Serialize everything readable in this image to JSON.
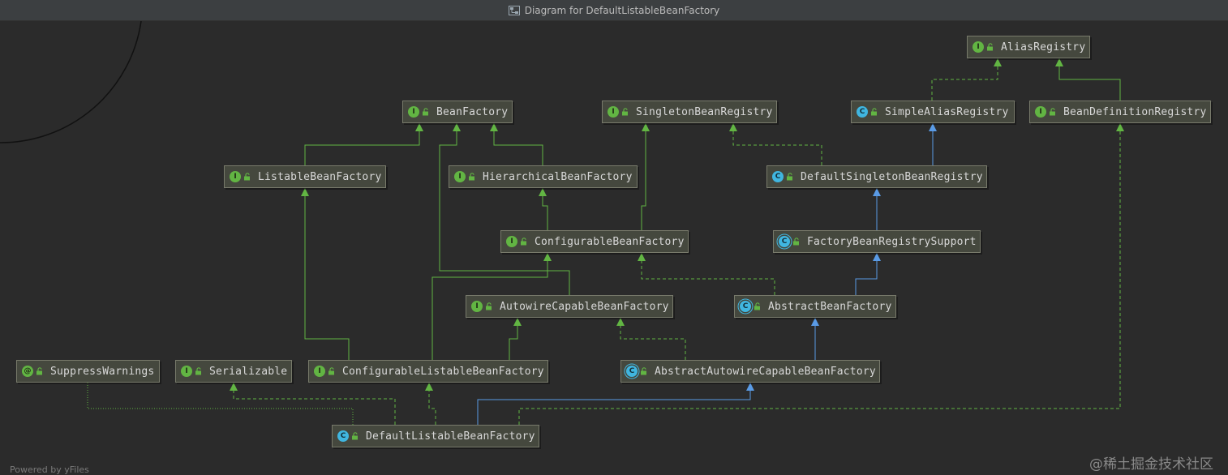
{
  "window": {
    "title": "Diagram for DefaultListableBeanFactory"
  },
  "colors": {
    "background": "#2b2b2b",
    "node_fill": "#45483e",
    "implements_edge": "#62b543",
    "extends_edge": "#5a9be6",
    "interface_badge": "#62b543",
    "class_badge": "#40b6e0"
  },
  "nodes": [
    {
      "id": "AliasRegistry",
      "label": "AliasRegistry",
      "kind": "interface",
      "badge": "I"
    },
    {
      "id": "BeanFactory",
      "label": "BeanFactory",
      "kind": "interface",
      "badge": "I"
    },
    {
      "id": "SingletonBeanRegistry",
      "label": "SingletonBeanRegistry",
      "kind": "interface",
      "badge": "I"
    },
    {
      "id": "SimpleAliasRegistry",
      "label": "SimpleAliasRegistry",
      "kind": "class",
      "badge": "C"
    },
    {
      "id": "BeanDefinitionRegistry",
      "label": "BeanDefinitionRegistry",
      "kind": "interface",
      "badge": "I"
    },
    {
      "id": "ListableBeanFactory",
      "label": "ListableBeanFactory",
      "kind": "interface",
      "badge": "I"
    },
    {
      "id": "HierarchicalBeanFactory",
      "label": "HierarchicalBeanFactory",
      "kind": "interface",
      "badge": "I"
    },
    {
      "id": "DefaultSingletonBeanRegistry",
      "label": "DefaultSingletonBeanRegistry",
      "kind": "class",
      "badge": "C"
    },
    {
      "id": "ConfigurableBeanFactory",
      "label": "ConfigurableBeanFactory",
      "kind": "interface",
      "badge": "I"
    },
    {
      "id": "FactoryBeanRegistrySupport",
      "label": "FactoryBeanRegistrySupport",
      "kind": "abstract",
      "badge": "C"
    },
    {
      "id": "AutowireCapableBeanFactory",
      "label": "AutowireCapableBeanFactory",
      "kind": "interface",
      "badge": "I"
    },
    {
      "id": "AbstractBeanFactory",
      "label": "AbstractBeanFactory",
      "kind": "abstract",
      "badge": "C"
    },
    {
      "id": "SuppressWarnings",
      "label": "SuppressWarnings",
      "kind": "annotation",
      "badge": "@"
    },
    {
      "id": "Serializable",
      "label": "Serializable",
      "kind": "interface",
      "badge": "I"
    },
    {
      "id": "ConfigurableListableBeanFactory",
      "label": "ConfigurableListableBeanFactory",
      "kind": "interface",
      "badge": "I"
    },
    {
      "id": "AbstractAutowireCapableBeanFactory",
      "label": "AbstractAutowireCapableBeanFactory",
      "kind": "abstract",
      "badge": "C"
    },
    {
      "id": "DefaultListableBeanFactory",
      "label": "DefaultListableBeanFactory",
      "kind": "class",
      "badge": "C"
    }
  ],
  "edges": [
    {
      "from": "ListableBeanFactory",
      "to": "BeanFactory",
      "type": "extends-interface"
    },
    {
      "from": "HierarchicalBeanFactory",
      "to": "BeanFactory",
      "type": "extends-interface"
    },
    {
      "from": "AutowireCapableBeanFactory",
      "to": "BeanFactory",
      "type": "extends-interface"
    },
    {
      "from": "ConfigurableBeanFactory",
      "to": "HierarchicalBeanFactory",
      "type": "extends-interface"
    },
    {
      "from": "ConfigurableBeanFactory",
      "to": "SingletonBeanRegistry",
      "type": "extends-interface"
    },
    {
      "from": "ConfigurableListableBeanFactory",
      "to": "ListableBeanFactory",
      "type": "extends-interface"
    },
    {
      "from": "ConfigurableListableBeanFactory",
      "to": "AutowireCapableBeanFactory",
      "type": "extends-interface"
    },
    {
      "from": "ConfigurableListableBeanFactory",
      "to": "ConfigurableBeanFactory",
      "type": "extends-interface"
    },
    {
      "from": "BeanDefinitionRegistry",
      "to": "AliasRegistry",
      "type": "extends-interface"
    },
    {
      "from": "SimpleAliasRegistry",
      "to": "AliasRegistry",
      "type": "implements"
    },
    {
      "from": "DefaultSingletonBeanRegistry",
      "to": "SimpleAliasRegistry",
      "type": "extends-class"
    },
    {
      "from": "DefaultSingletonBeanRegistry",
      "to": "SingletonBeanRegistry",
      "type": "implements"
    },
    {
      "from": "FactoryBeanRegistrySupport",
      "to": "DefaultSingletonBeanRegistry",
      "type": "extends-class"
    },
    {
      "from": "AbstractBeanFactory",
      "to": "FactoryBeanRegistrySupport",
      "type": "extends-class"
    },
    {
      "from": "AbstractBeanFactory",
      "to": "ConfigurableBeanFactory",
      "type": "implements"
    },
    {
      "from": "AbstractAutowireCapableBeanFactory",
      "to": "AbstractBeanFactory",
      "type": "extends-class"
    },
    {
      "from": "AbstractAutowireCapableBeanFactory",
      "to": "AutowireCapableBeanFactory",
      "type": "implements"
    },
    {
      "from": "DefaultListableBeanFactory",
      "to": "AbstractAutowireCapableBeanFactory",
      "type": "extends-class"
    },
    {
      "from": "DefaultListableBeanFactory",
      "to": "ConfigurableListableBeanFactory",
      "type": "implements"
    },
    {
      "from": "DefaultListableBeanFactory",
      "to": "Serializable",
      "type": "implements"
    },
    {
      "from": "DefaultListableBeanFactory",
      "to": "BeanDefinitionRegistry",
      "type": "implements"
    },
    {
      "from": "DefaultListableBeanFactory",
      "to": "SuppressWarnings",
      "type": "annotated"
    }
  ],
  "footer": {
    "powered": "Powered by yFiles"
  },
  "watermark": "@稀土掘金技术社区"
}
